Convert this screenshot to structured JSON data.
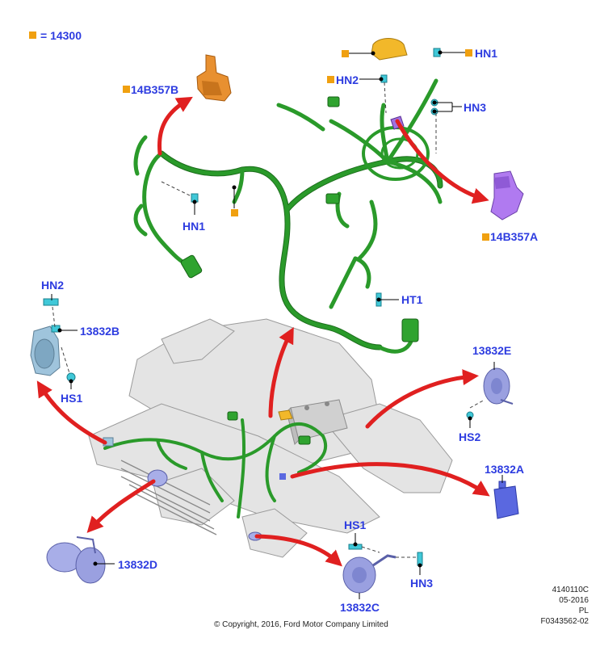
{
  "legend": {
    "marker_color": "#f0a010",
    "text": "= 14300"
  },
  "labels": {
    "14B357B": "14B357B",
    "HN1_top": "HN1",
    "HN2_top": "HN2",
    "HN3_top": "HN3",
    "HN1_left": "HN1",
    "14B357A": "14B357A",
    "HT1": "HT1",
    "HN2_left": "HN2",
    "13832B": "13832B",
    "HS1_left": "HS1",
    "13832E": "13832E",
    "HS2": "HS2",
    "13832A": "13832A",
    "13832D": "13832D",
    "HS1_bottom": "HS1",
    "HN3_bottom": "HN3",
    "13832C": "13832C"
  },
  "footer": {
    "copyright": "© Copyright, 2016, Ford Motor Company Limited",
    "ref_lines": [
      "4140110C",
      "05-2016",
      "PL",
      "F0343562-02"
    ]
  },
  "colors": {
    "harness": "#2a9a2a",
    "harness_dark": "#1c6e1c",
    "arrow": "#e02020",
    "label": "#2d3ce0",
    "frame": "#d8d8d8",
    "horn": "#8890d8",
    "connector_purple": "#a070e0",
    "bracket_orange": "#e89030",
    "fastener": "#40c8d8"
  }
}
